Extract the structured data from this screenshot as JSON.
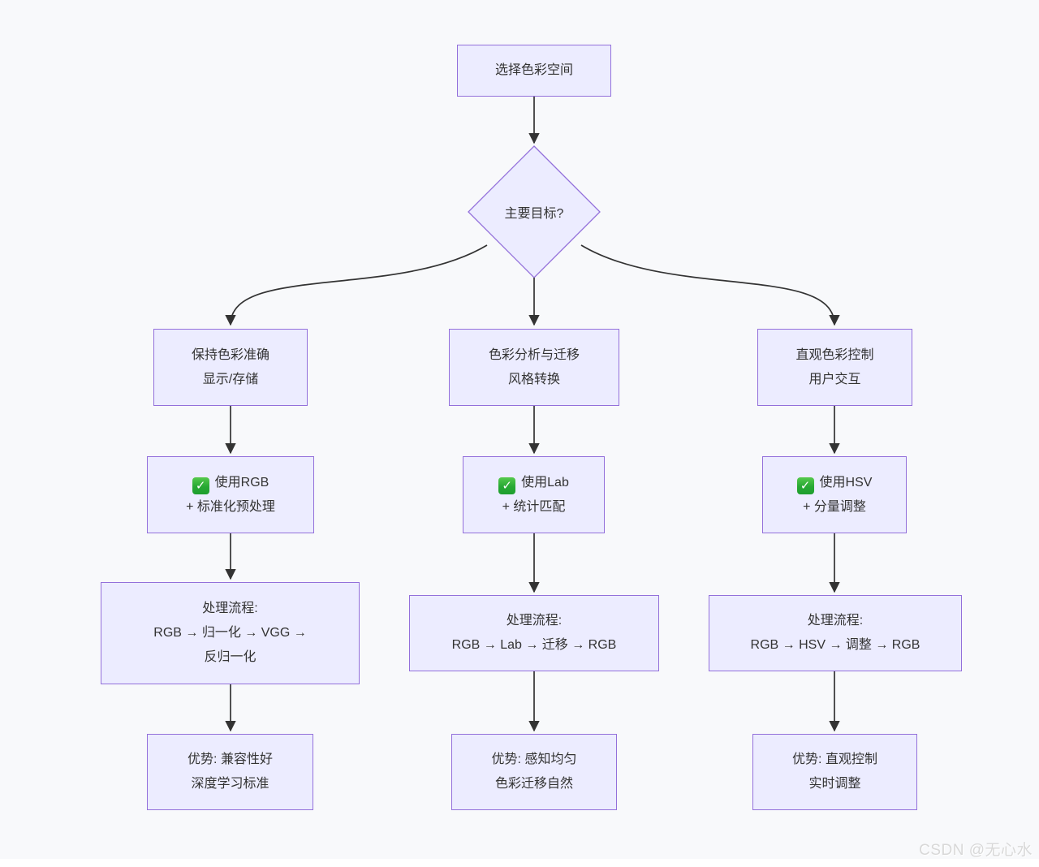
{
  "diagram": {
    "title_node": "选择色彩空间",
    "decision": "主要目标?",
    "columns": [
      {
        "goal": [
          "保持色彩准确",
          "显示/存储"
        ],
        "choice": [
          "使用RGB",
          "+ 标准化预处理"
        ],
        "process": [
          "处理流程:",
          "RGB → 归一化 → VGG →",
          "反归一化"
        ],
        "advantage": [
          "优势: 兼容性好",
          "深度学习标准"
        ]
      },
      {
        "goal": [
          "色彩分析与迁移",
          "风格转换"
        ],
        "choice": [
          "使用Lab",
          "+ 统计匹配"
        ],
        "process": [
          "处理流程:",
          "RGB → Lab → 迁移 → RGB"
        ],
        "advantage": [
          "优势: 感知均匀",
          "色彩迁移自然"
        ]
      },
      {
        "goal": [
          "直观色彩控制",
          "用户交互"
        ],
        "choice": [
          "使用HSV",
          "+ 分量调整"
        ],
        "process": [
          "处理流程:",
          "RGB → HSV → 调整 → RGB"
        ],
        "advantage": [
          "优势: 直观控制",
          "实时调整"
        ]
      }
    ]
  },
  "icons": {
    "check": "✓"
  },
  "watermark": "CSDN @无心水",
  "colors": {
    "background": "#f8f9fb",
    "node_fill": "#ECECFF",
    "node_border": "#9370DB",
    "edge": "#333333",
    "text": "#333333",
    "check_green": "#27a834",
    "watermark_gray": "#d8d8d8"
  }
}
